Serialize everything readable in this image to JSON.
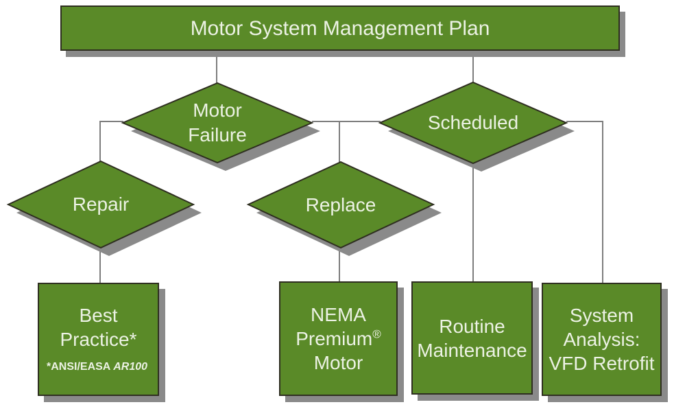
{
  "colors": {
    "node_fill": "#5a8a28",
    "node_border": "#2e2e20",
    "shadow": "#8a8a8a",
    "text": "#ecf2e4",
    "connector": "#7d7d7d",
    "background": "#ffffff"
  },
  "nodes": {
    "title": {
      "label": "Motor System Management Plan"
    },
    "motor_failure": {
      "line1": "Motor",
      "line2": "Failure"
    },
    "scheduled": {
      "label": "Scheduled"
    },
    "repair": {
      "label": "Repair"
    },
    "replace": {
      "label": "Replace"
    },
    "best_practice": {
      "line1": "Best",
      "line2": "Practice*",
      "footnote_prefix": "*ANSI/EASA ",
      "footnote_italic": "AR100"
    },
    "nema_premium_motor": {
      "line1": "NEMA",
      "line2_base": "Premium",
      "line2_sup": "®",
      "line3": "Motor"
    },
    "routine_maintenance": {
      "line1": "Routine",
      "line2": "Maintenance"
    },
    "system_analysis": {
      "line1": "System",
      "line2": "Analysis:",
      "line3": "VFD Retrofit"
    }
  }
}
